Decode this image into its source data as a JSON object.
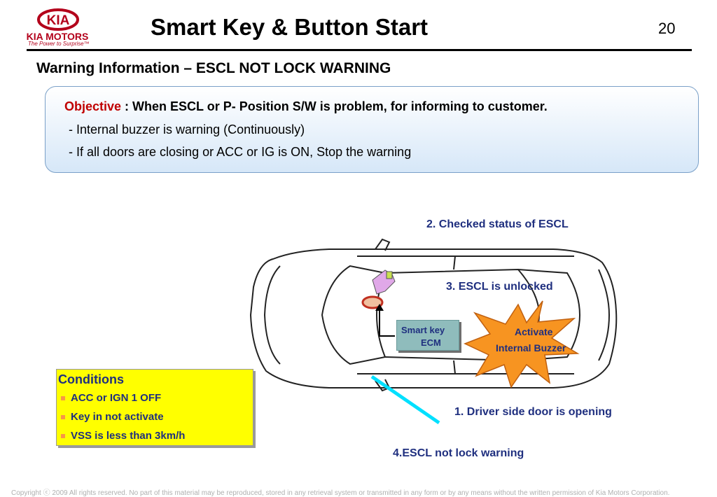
{
  "header": {
    "brand_name": "KIA MOTORS",
    "brand_logo_text": "KIA",
    "brand_tagline": "The Power to Surprise™",
    "title": "Smart Key & Button Start",
    "page_number": "20"
  },
  "subtitle": "Warning Information – ESCL NOT LOCK WARNING",
  "objective": {
    "label": "Objective",
    "text": " : When ESCL or P- Position S/W is problem, for informing to customer.",
    "lines": [
      "- Internal buzzer is warning (Continuously)",
      "- If all doors are closing or ACC or IG is ON, Stop the warning"
    ]
  },
  "diagram": {
    "step2": "2. Checked status of ESCL",
    "step3": "3. ESCL is unlocked",
    "step1": "1. Driver side door is opening",
    "step4": "4.ESCL not lock warning",
    "ecm_line1": "Smart key",
    "ecm_line2": "ECM",
    "burst_line1": "Activate",
    "burst_line2": "Internal Buzzer"
  },
  "conditions": {
    "title": "Conditions",
    "items": [
      "ACC or IGN 1 OFF",
      "Key in not activate",
      "VSS is less than 3km/h"
    ]
  },
  "footer": {
    "copyright": "Copyright ⓒ 2009 All rights reserved. No part of this material may be reproduced, stored in any retrieval system or transmitted in any form or by any means without the written permission of Kia Motors Corporation."
  },
  "colors": {
    "brand_red": "#b3001b",
    "label_blue": "#1f2f7f",
    "burst_orange": "#f79421",
    "conditions_yellow": "#ffff00"
  }
}
